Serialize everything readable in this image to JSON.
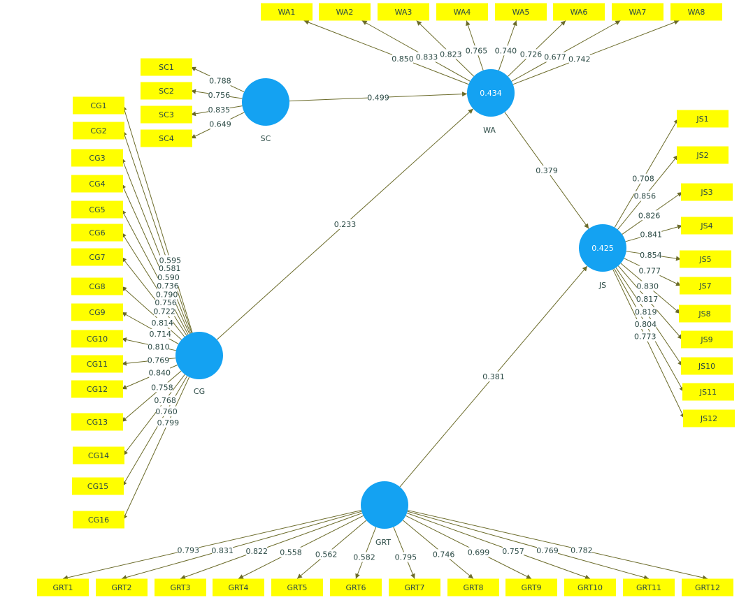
{
  "colors": {
    "indicator_fill": "#ffff00",
    "construct_fill": "#14a2f2",
    "edge": "#6b6b2a",
    "text": "#2b4a45"
  },
  "constructs": [
    {
      "id": "WA",
      "label": "WA",
      "r2": "0.434"
    },
    {
      "id": "SC",
      "label": "SC",
      "r2": ""
    },
    {
      "id": "CG",
      "label": "CG",
      "r2": ""
    },
    {
      "id": "JS",
      "label": "JS",
      "r2": "0.425"
    },
    {
      "id": "GRT",
      "label": "GRT",
      "r2": ""
    }
  ],
  "indicators": {
    "WA": [
      {
        "name": "WA1",
        "loading": "0.850"
      },
      {
        "name": "WA2",
        "loading": "0.833"
      },
      {
        "name": "WA3",
        "loading": "0.823"
      },
      {
        "name": "WA4",
        "loading": "0.765"
      },
      {
        "name": "WA5",
        "loading": "0.740"
      },
      {
        "name": "WA6",
        "loading": "0.726"
      },
      {
        "name": "WA7",
        "loading": "0.677"
      },
      {
        "name": "WA8",
        "loading": "0.742"
      }
    ],
    "SC": [
      {
        "name": "SC1",
        "loading": "0.788"
      },
      {
        "name": "SC2",
        "loading": "0.756"
      },
      {
        "name": "SC3",
        "loading": "0.835"
      },
      {
        "name": "SC4",
        "loading": "0.649"
      }
    ],
    "CG": [
      {
        "name": "CG1",
        "loading": "0.595"
      },
      {
        "name": "CG2",
        "loading": "0.581"
      },
      {
        "name": "CG3",
        "loading": "0.590"
      },
      {
        "name": "CG4",
        "loading": "0.736"
      },
      {
        "name": "CG5",
        "loading": "0.790"
      },
      {
        "name": "CG6",
        "loading": "0.756"
      },
      {
        "name": "CG7",
        "loading": "0.722"
      },
      {
        "name": "CG8",
        "loading": "0.814"
      },
      {
        "name": "CG9",
        "loading": "0.714"
      },
      {
        "name": "CG10",
        "loading": "0.810"
      },
      {
        "name": "CG11",
        "loading": "0.769"
      },
      {
        "name": "CG12",
        "loading": "0.840"
      },
      {
        "name": "CG13",
        "loading": "0.758"
      },
      {
        "name": "CG14",
        "loading": "0.768"
      },
      {
        "name": "CG15",
        "loading": "0.760"
      },
      {
        "name": "CG16",
        "loading": "0.799"
      }
    ],
    "JS": [
      {
        "name": "JS1",
        "loading": "0.708"
      },
      {
        "name": "JS2",
        "loading": "0.856"
      },
      {
        "name": "JS3",
        "loading": "0.826"
      },
      {
        "name": "JS4",
        "loading": "0.841"
      },
      {
        "name": "JS5",
        "loading": "0.854"
      },
      {
        "name": "JS7",
        "loading": "0.777"
      },
      {
        "name": "JS8",
        "loading": "0.830"
      },
      {
        "name": "JS9",
        "loading": "0.817"
      },
      {
        "name": "JS10",
        "loading": "0.819"
      },
      {
        "name": "JS11",
        "loading": "0.804"
      },
      {
        "name": "JS12",
        "loading": "0.773"
      }
    ],
    "GRT": [
      {
        "name": "GRT1",
        "loading": "0.793"
      },
      {
        "name": "GRT2",
        "loading": "0.831"
      },
      {
        "name": "GRT3",
        "loading": "0.822"
      },
      {
        "name": "GRT4",
        "loading": "0.558"
      },
      {
        "name": "GRT5",
        "loading": "0.562"
      },
      {
        "name": "GRT6",
        "loading": "0.582"
      },
      {
        "name": "GRT7",
        "loading": "0.795"
      },
      {
        "name": "GRT8",
        "loading": "0.746"
      },
      {
        "name": "GRT9",
        "loading": "0.699"
      },
      {
        "name": "GRT10",
        "loading": "0.757"
      },
      {
        "name": "GRT11",
        "loading": "0.769"
      },
      {
        "name": "GRT12",
        "loading": "0.782"
      }
    ]
  },
  "paths": [
    {
      "from": "SC",
      "to": "WA",
      "coef": "0.499"
    },
    {
      "from": "CG",
      "to": "WA",
      "coef": "0.233"
    },
    {
      "from": "WA",
      "to": "JS",
      "coef": "0.379"
    },
    {
      "from": "GRT",
      "to": "JS",
      "coef": "0.381"
    }
  ]
}
